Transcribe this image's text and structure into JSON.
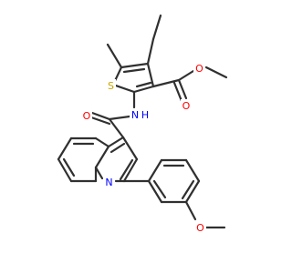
{
  "molecule": {
    "colors": {
      "bond": "#303030",
      "carbon": "#303030",
      "oxygen": "#ff0000",
      "nitrogen": "#0000ff",
      "sulfur": "#c8a800",
      "background": "#ffffff"
    },
    "labels": {
      "sulfur": "S",
      "amide_nitrogen": "N",
      "amide_hydrogen": "H",
      "ring_nitrogen": "N",
      "carbonyl_oxygen_amide": "O",
      "ester_carbonyl_oxygen": "O",
      "ester_oxygen": "O",
      "methoxy_oxygen": "O"
    }
  }
}
